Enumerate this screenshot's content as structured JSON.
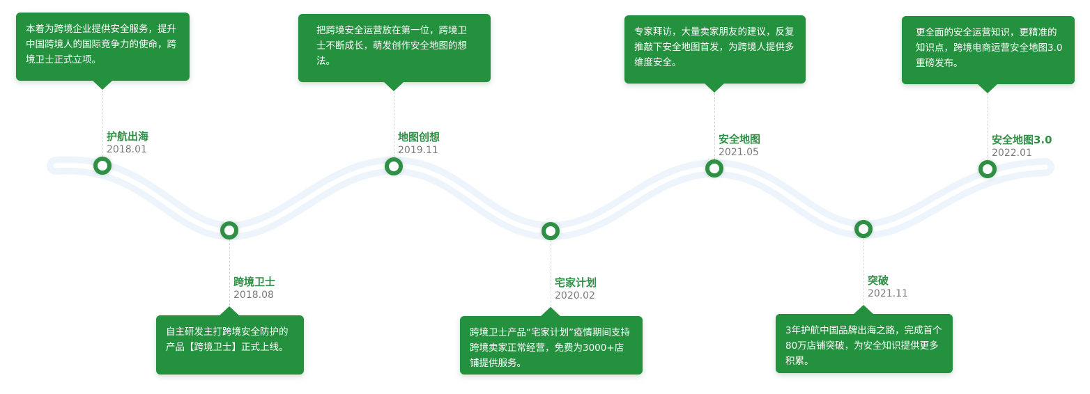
{
  "milestones": [
    {
      "title": "护航出海",
      "date": "2018.01",
      "text": "本着为跨境企业提供安全服务，提升中国跨境人的国际竞争力的使命，跨境卫士正式立项。"
    },
    {
      "title": "跨境卫士",
      "date": "2018.08",
      "text": "自主研发主打跨境安全防护的产品【跨境卫士】正式上线。"
    },
    {
      "title": "地图创想",
      "date": "2019.11",
      "text": "把跨境安全运营放在第一位，跨境卫士不断成长，萌发创作安全地图的想法。"
    },
    {
      "title": "宅家计划",
      "date": "2020.02",
      "text": "跨境卫士产品“宅家计划”疫情期间支持跨境卖家正常经营，免费为3000+店铺提供服务。"
    },
    {
      "title": "安全地图",
      "date": "2021.05",
      "text": "专家拜访，大量卖家朋友的建议，反复推敲下安全地图首发，为跨境人提供多维度安全。"
    },
    {
      "title": "突破",
      "date": "2021.11",
      "text": "3年护航中国品牌出海之路，完成首个80万店铺突破，为安全知识提供更多积累。"
    },
    {
      "title": "安全地图3.0",
      "date": "2022.01",
      "text": "更全面的安全运营知识，更精准的知识点，跨境电商运营安全地图3.0重磅发布。"
    }
  ]
}
